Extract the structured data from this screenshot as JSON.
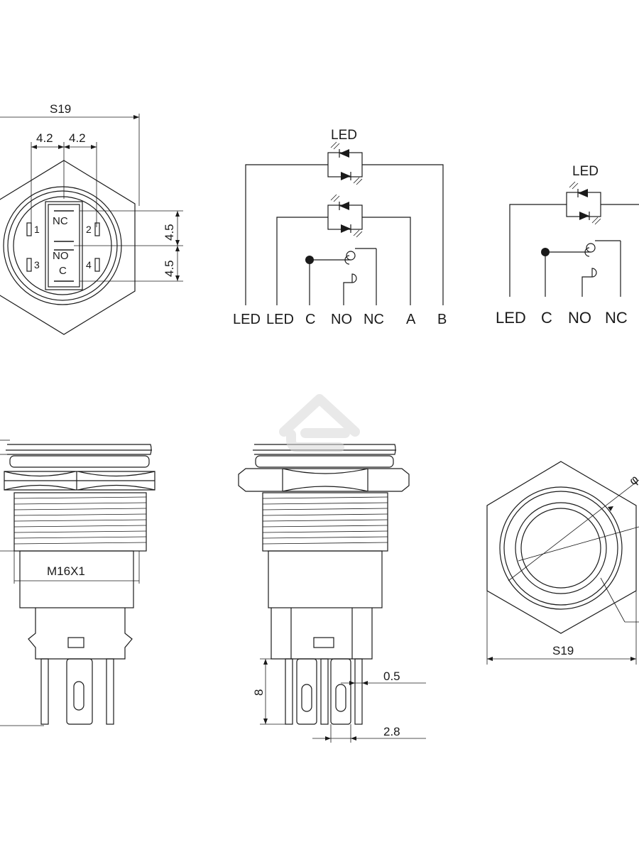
{
  "top_view": {
    "dim_overall": "S19",
    "dim_left": "4.2",
    "dim_right": "4.2",
    "dim_upper": "4.5",
    "dim_lower": "4.5",
    "contact_nc": "NC",
    "contact_no": "NO",
    "contact_c": "C",
    "pin_1": "1",
    "pin_2": "2",
    "pin_3": "3",
    "pin_4": "4"
  },
  "schematic_bicolor": {
    "title": "LED",
    "terminals": [
      "LED",
      "LED",
      "C",
      "NO",
      "NC",
      "A",
      "B"
    ]
  },
  "schematic_single": {
    "title": "LED",
    "terminals": [
      "LED",
      "C",
      "NO",
      "NC"
    ]
  },
  "side_view_left": {
    "thread": "M16X1"
  },
  "side_view_middle": {
    "pin_length": "8",
    "pin_thickness": "0.5",
    "pin_width": "2.8"
  },
  "front_view": {
    "dim_across_flats": "S19",
    "dim_diameter": "φ"
  }
}
